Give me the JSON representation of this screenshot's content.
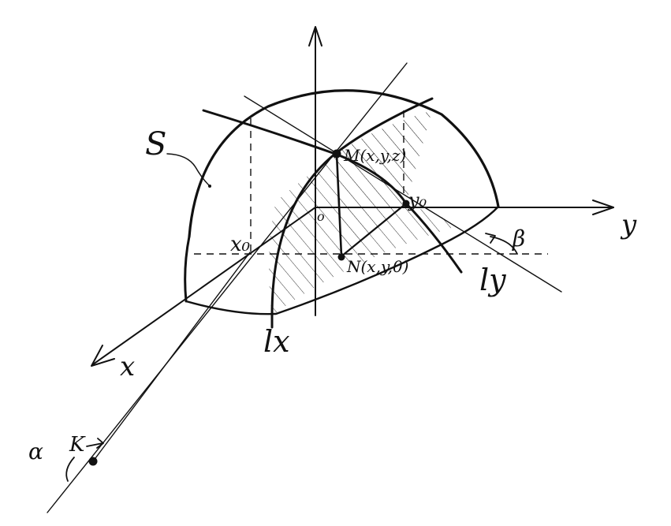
{
  "labels": {
    "surface": "S",
    "point_m": "M(x,y,z)",
    "point_n": "N(x,y,0)",
    "origin": "o",
    "x0": "x₀",
    "y0": "y₀",
    "axis_x": "x",
    "axis_y": "y",
    "line_lx": "lx",
    "line_ly": "ly",
    "point_k": "K",
    "alpha": "α",
    "beta": "β"
  },
  "colors": {
    "ink": "#111111",
    "background": "#ffffff"
  }
}
